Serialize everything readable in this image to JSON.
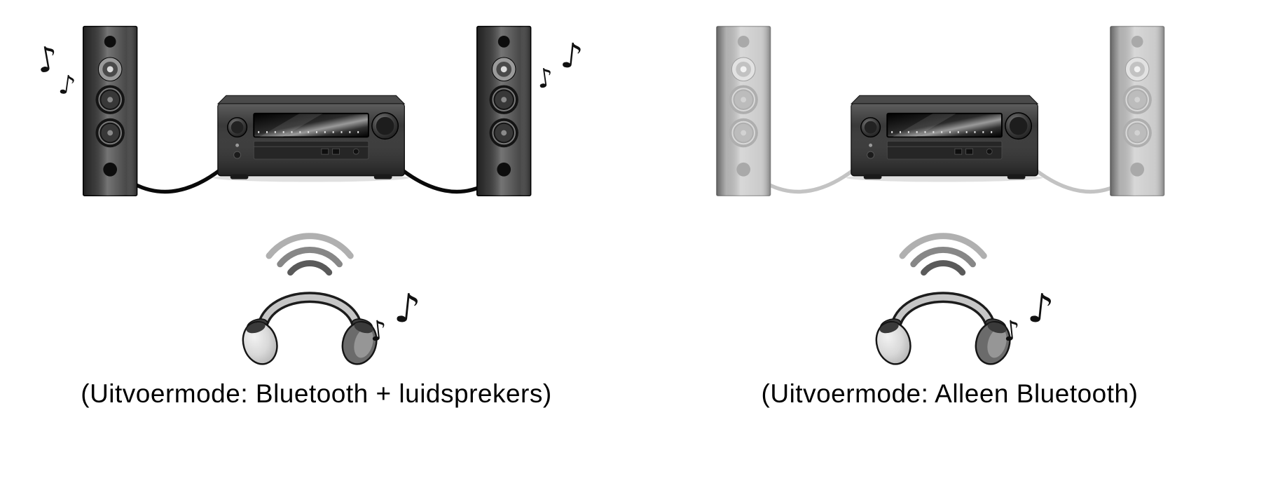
{
  "figure": {
    "description": "AV receiver Bluetooth output mode diagram",
    "panels": [
      {
        "caption": "(Uitvoermode: Bluetooth + luidsprekers)",
        "speakers_state": "active",
        "speakers_playing": true,
        "headphones_playing": true
      },
      {
        "caption": "(Uitvoermode: Alleen Bluetooth)",
        "speakers_state": "inactive",
        "speakers_playing": false,
        "headphones_playing": true
      }
    ]
  },
  "glyphs": {
    "music_note": "♪"
  },
  "colors": {
    "background": "#ffffff",
    "text": "#000000",
    "speaker_active": "#3f3f3f",
    "speaker_inactive": "#c9c9c9",
    "cable_active": "#0a0a0a",
    "cable_inactive": "#c3c3c3",
    "receiver_body": "#2f2f2f",
    "headphone_band": "#c6c6c6",
    "signal_outer": "#b0b0b0",
    "signal_middle": "#878787",
    "signal_inner": "#5a5a5a"
  }
}
